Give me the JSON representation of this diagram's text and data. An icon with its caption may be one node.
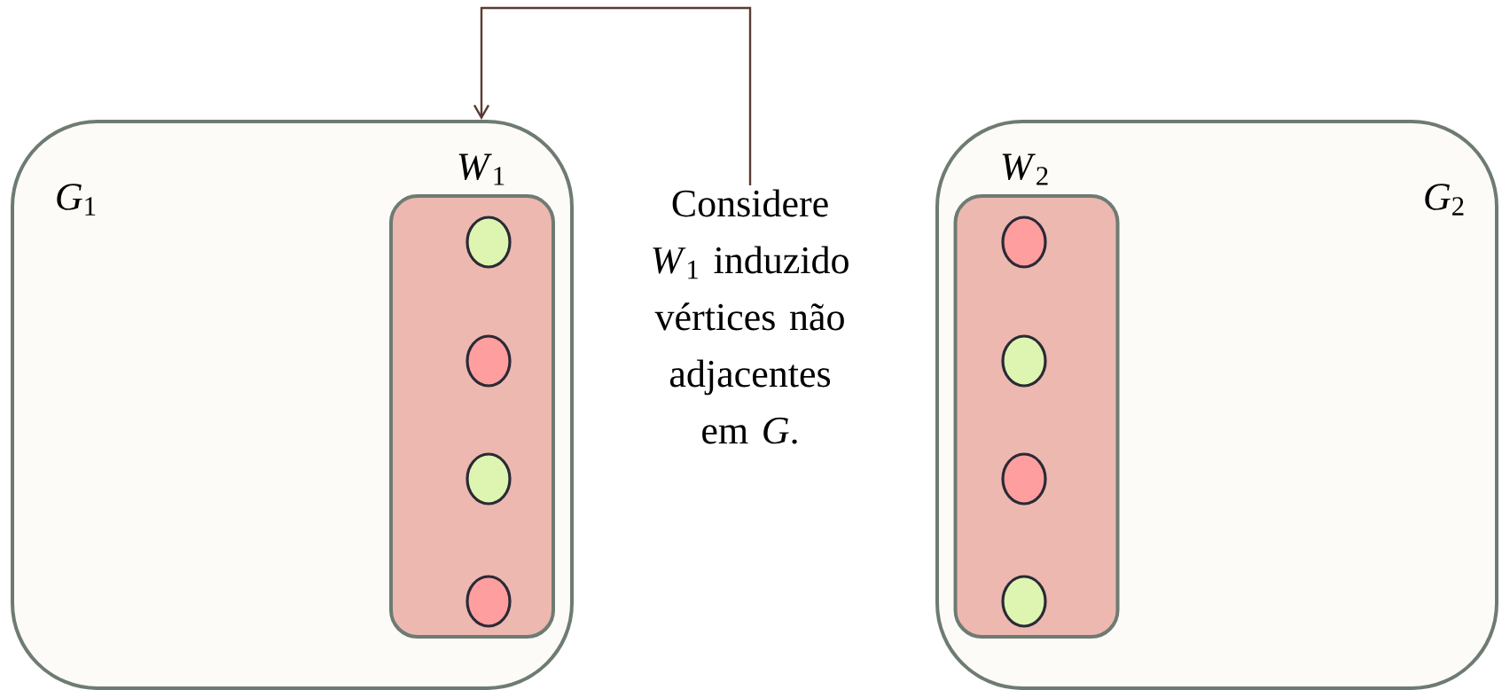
{
  "diagram": {
    "nodes": [
      {
        "text": [
          "*G*$_{1}$"
        ]
      },
      {
        "text": [
          "*W*$_{1}$"
        ],
        "in": 0
      },
      {
        "text": [],
        "shape": "circle",
        "in": 1
      },
      {
        "text": [],
        "shape": "circle",
        "in": 1
      },
      {
        "text": [],
        "shape": "circle",
        "in": 1
      },
      {
        "text": [],
        "shape": "circle",
        "in": 1
      },
      {
        "text": [
          "*G*$_{2}$"
        ]
      },
      {
        "text": [
          "*W*$_{2}$"
        ],
        "in": 6
      },
      {
        "text": [],
        "shape": "circle",
        "in": 7
      },
      {
        "text": [],
        "shape": "circle",
        "in": 7
      },
      {
        "text": [],
        "shape": "circle",
        "in": 7
      },
      {
        "text": [],
        "shape": "circle",
        "in": 7
      },
      {
        "text": [
          "Considere *W*$_{1}$ induzido vértices não adjacentes em *G*."
        ]
      }
    ],
    "edges": [
      {
        "from": 12,
        "to": 0,
        "arrow": "to"
      }
    ]
  }
}
